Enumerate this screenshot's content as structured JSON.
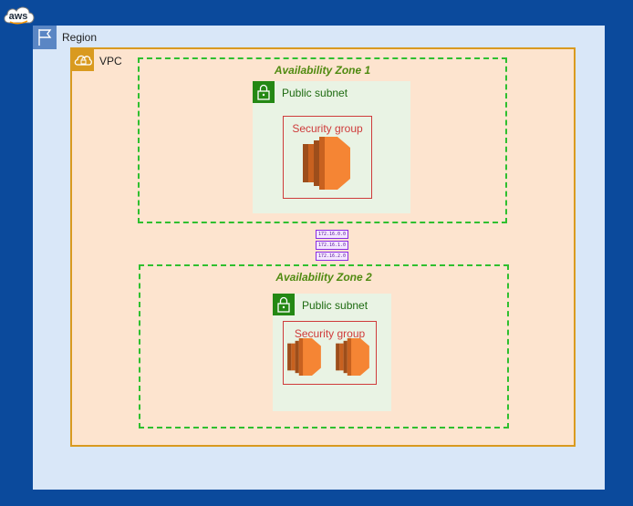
{
  "logo": {
    "text": "aws"
  },
  "region": {
    "label": "Region"
  },
  "vpc": {
    "label": "VPC"
  },
  "zones": [
    {
      "label": "Availability Zone 1",
      "subnet": {
        "label": "Public subnet"
      },
      "security_group": {
        "label": "Security group",
        "instances": 1
      }
    },
    {
      "label": "Availability Zone 2",
      "subnet": {
        "label": "Public subnet"
      },
      "security_group": {
        "label": "Security group",
        "instances": 2
      }
    }
  ],
  "cidr_blocks": [
    "172.16.0.0",
    "172.16.1.0",
    "172.16.2.0"
  ],
  "colors": {
    "background": "#0b4a9c",
    "region_fill": "#d9e7f8",
    "vpc_fill": "#fde4cf",
    "vpc_border": "#d99a1f",
    "az_border": "#2fbf2f",
    "subnet_fill": "#e9f3e4",
    "subnet_icon": "#248814",
    "security_group": "#cf3b3b",
    "ec2": "#f58534",
    "cidr": "#8a2be2"
  }
}
